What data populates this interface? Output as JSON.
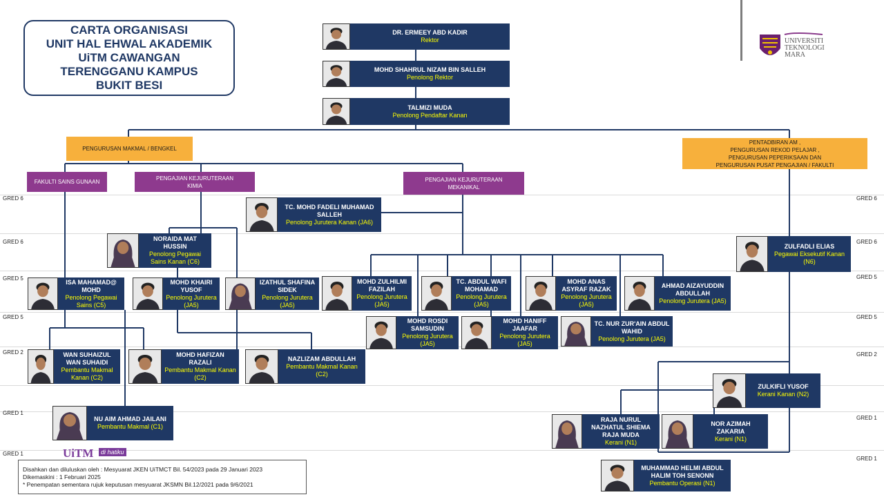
{
  "title": [
    "CARTA ORGANISASI",
    "UNIT HAL EHWAL AKADEMIK",
    "UiTM CAWANGAN",
    "TERENGGANU KAMPUS",
    "BUKIT BESI"
  ],
  "logo": {
    "line1": "UNIVERSITI",
    "line2": "TEKNOLOGI",
    "line3": "MARA"
  },
  "badge": {
    "uitm": "UiTM",
    "tag": "di hatiku"
  },
  "gred_labels": {
    "left": [
      "GRED 6",
      "GRED 6",
      "GRED 5",
      "GRED 5",
      "GRED 2",
      "GRED 1",
      "GRED 1"
    ],
    "right": [
      "GRED 6",
      "GRED 6",
      "GRED 5",
      "GRED 5",
      "GRED 2",
      "GRED 1",
      "GRED 1"
    ]
  },
  "units": {
    "makmal": "PENGURUSAN MAKMAL / BENGKEL",
    "pentadbiran": [
      "PENTADBIRAN AM ,",
      "PENGURUSAN REKOD PELAJAR ,",
      "PENGURUSAN PEPERIKSAAN DAN",
      "PENGURUSAN PUSAT PENGAJIAN / FAKULTI"
    ],
    "fsg": "FAKULTI SAINS GUNAAN",
    "kimia": [
      "PENGAJIAN KEJURUTERAAN",
      "KIMIA"
    ],
    "mekanikal": [
      "PENGAJIAN KEJURUTERAAN",
      "MEKANIKAL"
    ]
  },
  "people": {
    "rektor": {
      "name": "DR. ERMEEY ABD KADIR",
      "pos": "Rektor"
    },
    "penolong_rektor": {
      "name": "MOHD SHAHRUL NIZAM BIN SALLEH",
      "pos": "Penolong Rektor"
    },
    "talmizi": {
      "name": "TALMIZI MUDA",
      "pos": "Penolong Pendaftar Kanan"
    },
    "fadeli": {
      "name": "TC. MOHD FADELI MUHAMAD SALLEH",
      "pos": "Penolong Jurutera Kanan (JA6)"
    },
    "noraida": {
      "name": "NORAIDA MAT HUSSIN",
      "pos": "Penolong Pegawai Sains Kanan (C6)"
    },
    "zulfadli": {
      "name": "ZULFADLI ELIAS",
      "pos": "Pegawai Eksekutif Kanan (N6)"
    },
    "isa": {
      "name": "ISA MAHAMAD@ MOHD",
      "pos": "Penolong Pegawai Sains (C5)"
    },
    "khairi": {
      "name": "MOHD KHAIRI YUSOF",
      "pos": "Penolong Jurutera (JA5)"
    },
    "izathul": {
      "name": "IZATHUL SHAFINA SIDEK",
      "pos": "Penolong Jurutera (JA5)"
    },
    "zulhilmi": {
      "name": "MOHD ZULHILMI FAZILAH",
      "pos": "Penolong Jurutera (JA5)"
    },
    "wafi": {
      "name": "TC. ABDUL WAFI MOHAMAD",
      "pos": "Penolong Jurutera (JA5)"
    },
    "anas": {
      "name": "MOHD ANAS ASYRAF RAZAK",
      "pos": "Penolong Jurutera (JA5)"
    },
    "aizayuddin": {
      "name": "AHMAD AIZAYUDDIN ABDULLAH",
      "pos": "Penolong Jurutera (JA5)"
    },
    "rosdi": {
      "name": "MOHD ROSDI SAMSUDIN",
      "pos": "Penolong Jurutera (JA5)"
    },
    "haniff": {
      "name": "MOHD HANIFF JAAFAR",
      "pos": "Penolong Jurutera (JA5)"
    },
    "nurzurain": {
      "name": "TC. NUR ZUR'AIN ABDUL WAHID",
      "pos": "Penolong Jurutera (JA5)"
    },
    "suhaizul": {
      "name": "WAN SUHAIZUL WAN SUHAIDI",
      "pos": "Pembantu Makmal Kanan (C2)"
    },
    "hafizan": {
      "name": "MOHD HAFIZAN RAZALI",
      "pos": "Pembantu Makmal Kanan (C2)"
    },
    "nazlizam": {
      "name": "NAZLIZAM ABDULLAH",
      "pos": "Pembantu Makmal Kanan (C2)"
    },
    "zulkifli": {
      "name": "ZULKIFLI YUSOF",
      "pos": "Kerani Kanan (N2)"
    },
    "nuaim": {
      "name": "NU AIM AHMAD JAILANI",
      "pos": "Pembantu Makmal (C1)"
    },
    "rajanurul": {
      "name": "RAJA NURUL NAZHATUL SHIEMA RAJA MUDA",
      "pos": "Kerani (N1)"
    },
    "norazimah": {
      "name": "NOR AZIMAH ZAKARIA",
      "pos": "Kerani (N1)"
    },
    "helmi": {
      "name": "MUHAMMAD HELMI ABDUL HALIM TOH SENONN",
      "pos": "Pembantu Operasi (N1)"
    }
  },
  "footer": [
    "Disahkan dan diluluskan oleh : Mesyuarat JKEN UiTMCT Bil. 54/2023 pada 29 Januari 2023",
    "Dikemaskini : 1 Februari 2025",
    "* Penempatan sementara rujuk keputusan mesyuarat JKSMN Bil.12/2021 pada 9/6/2021"
  ],
  "colors": {
    "node": "#1f3864",
    "name": "#ffffff",
    "position": "#ffff00",
    "unit_orange": "#f7b03c",
    "unit_purple": "#8e3a8e"
  }
}
